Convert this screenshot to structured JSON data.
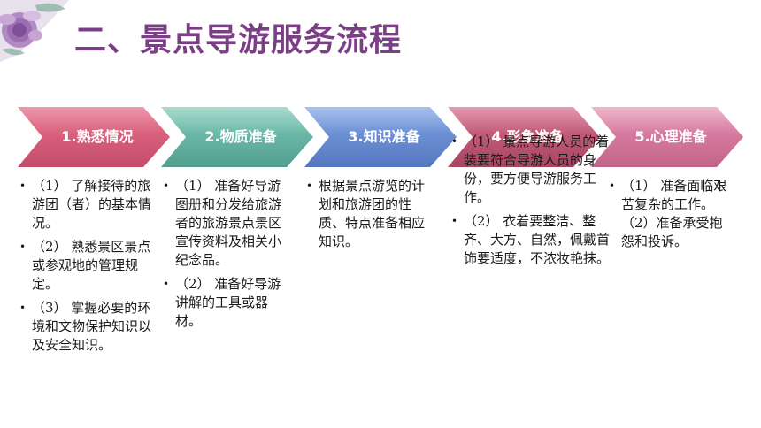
{
  "title": "二、景点导游服务流程",
  "colors": {
    "title": "#7b3f86",
    "step1": "#d9607d",
    "step2": "#6bb8a8",
    "step3": "#6c8fd4",
    "step4": "#c05a79",
    "step5": "#d67a9f"
  },
  "decoration": {
    "icon": "flower-icon"
  },
  "steps": [
    {
      "label": "1.熟悉情况",
      "items": [
        "（1） 了解接待的旅游团（者）的基本情况。",
        "（2） 熟悉景区景点或参观地的管理规定。",
        "（3） 掌握必要的环境和文物保护知识以及安全知识。"
      ]
    },
    {
      "label": "2.物质准备",
      "items": [
        "（1） 准备好导游图册和分发给旅游者的旅游景点景区宣传资料及相关小纪念品。",
        "（2） 准备好导游讲解的工具或器材。"
      ]
    },
    {
      "label": "3.知识准备",
      "items": [
        "根据景点游览的计划和旅游团的性质、特点准备相应知识。"
      ]
    },
    {
      "label": "4.形象准备",
      "items": [
        "（1） 景点导游人员的着装要符合导游人员的身份，要方便导游服务工作。",
        "（2） 衣着要整洁、整齐、大方、自然，佩戴首饰要适度，不浓妆艳抹。"
      ]
    },
    {
      "label": "5.心理准备",
      "items": [
        "（1） 准备面临艰苦复杂的工作。（2）准备承受抱怨和投诉。"
      ]
    }
  ]
}
